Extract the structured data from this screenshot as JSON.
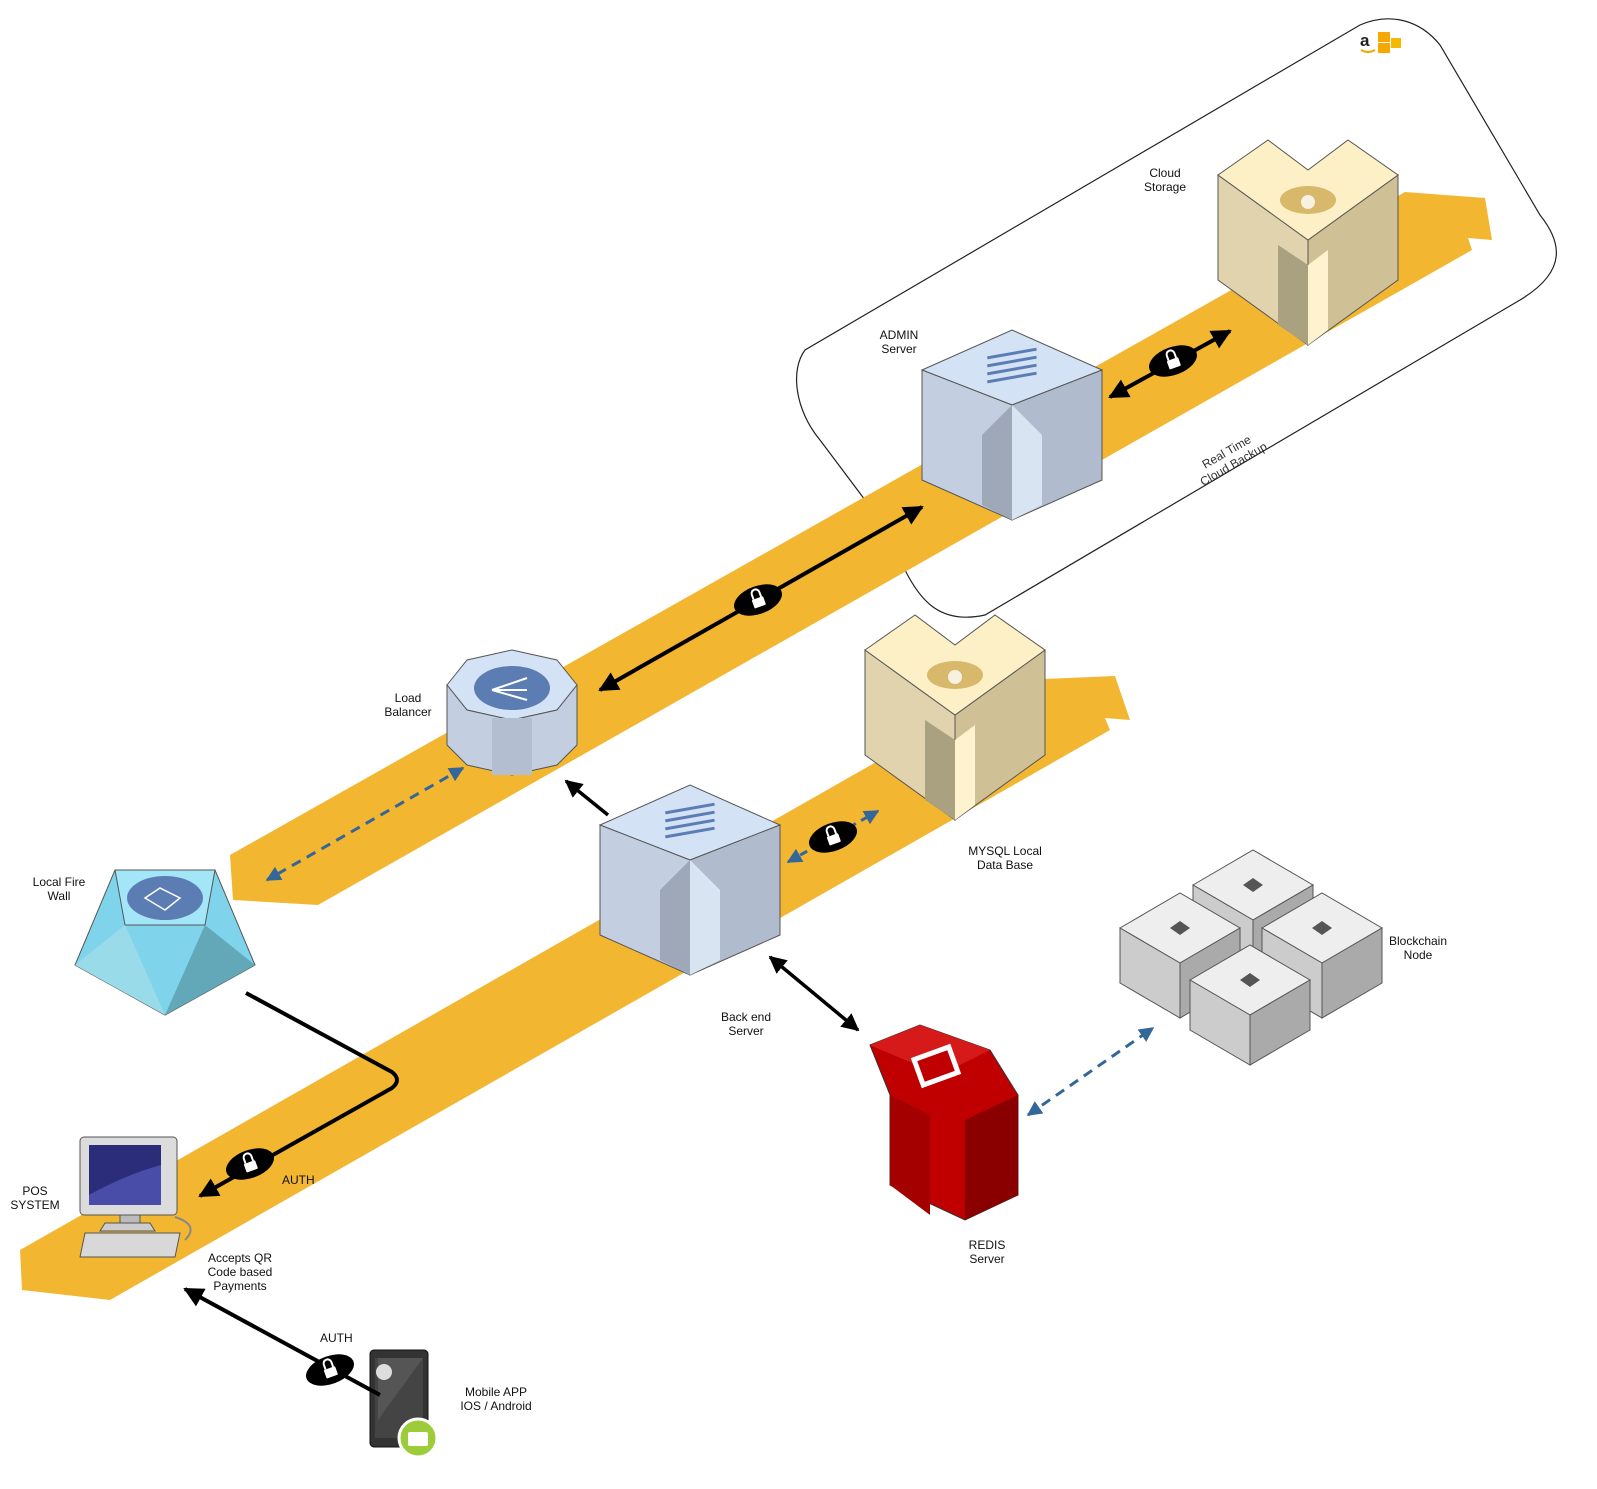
{
  "cloud_logo": "amazon-aws-logo",
  "labels": {
    "cloud_storage": "Cloud\nStorage",
    "admin_server": "ADMIN\nServer",
    "real_time_backup": "Real Time\nCloud Backup",
    "load_balancer": "Load\nBalancer",
    "mysql_db": "MYSQL  Local\nData Base",
    "local_firewall": "Local Fire\nWall",
    "backend_server": "Back end\nServer",
    "blockchain_node": "Blockchain\nNode",
    "redis_server": "REDIS\nServer",
    "pos_system": "POS\nSYSTEM",
    "auth_pos": "AUTH",
    "accepts_qr": "Accepts QR\nCode based\nPayments",
    "auth_mobile": "AUTH",
    "mobile_app": "Mobile APP\nIOS / Android"
  },
  "colors": {
    "flow_band": "#f2b631",
    "server_light": "#d4e2f5",
    "server_mid": "#c3cfe0",
    "server_dark": "#9ea8b8",
    "storage_light": "#fdf0c6",
    "storage_dark": "#b5a98a",
    "redis_red": "#c00000",
    "firewall_cyan": "#7fd4ec",
    "encrypted_link": "#000000",
    "dashed_link": "#336699"
  }
}
